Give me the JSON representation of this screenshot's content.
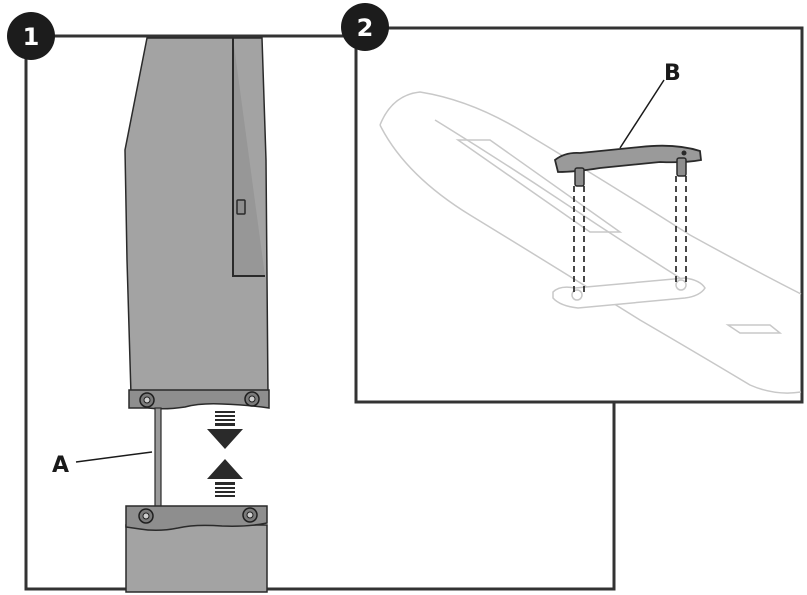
{
  "steps": [
    {
      "number": "1"
    },
    {
      "number": "2"
    }
  ],
  "labels": {
    "a": "A",
    "b": "B"
  },
  "colors": {
    "frame": "#333333",
    "badge": "#1c1c1c",
    "part_fill": "#a3a3a3",
    "part_dark": "#8e8e8e",
    "outline": "#2a2a2a",
    "wing_line": "#c8c8c8",
    "background": "#ffffff"
  },
  "icons": [
    "arrow-down-icon",
    "arrow-up-icon",
    "screw-icon"
  ]
}
